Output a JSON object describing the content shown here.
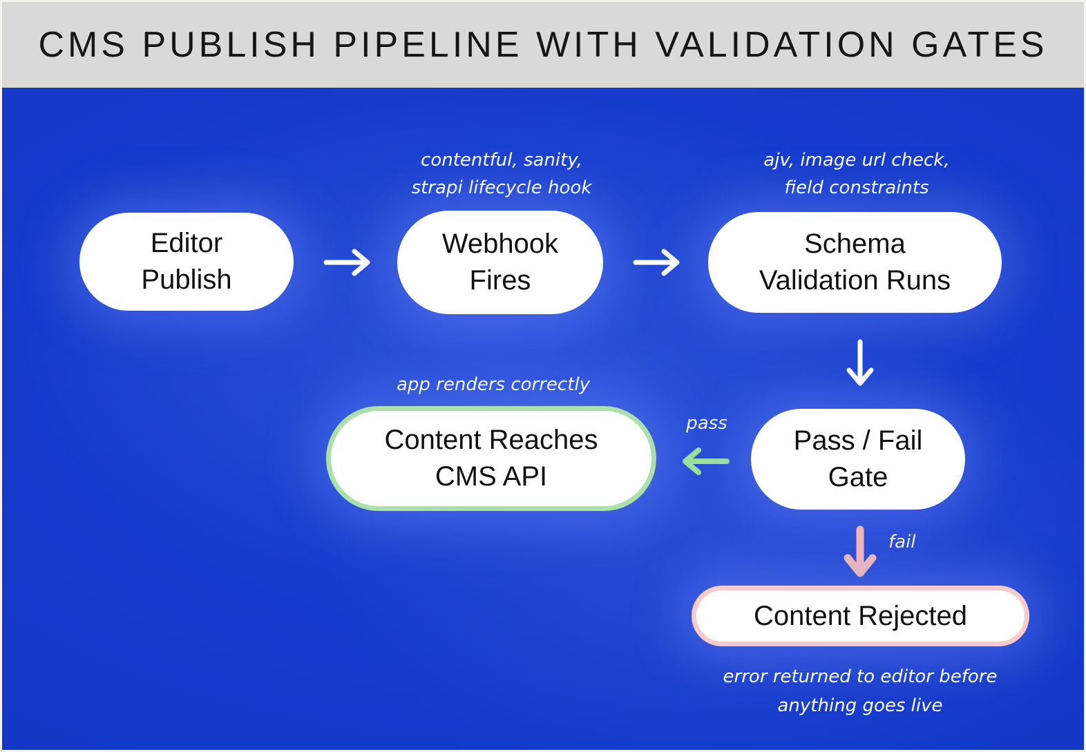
{
  "title": "CMS PUBLISH PIPELINE WITH VALIDATION GATES",
  "nodes": {
    "editor_publish": {
      "lines": [
        "Editor",
        "Publish"
      ]
    },
    "webhook_fires": {
      "lines": [
        "Webhook",
        "Fires"
      ]
    },
    "schema_validation": {
      "lines": [
        "Schema",
        "Validation Runs"
      ]
    },
    "pass_fail_gate": {
      "lines": [
        "Pass / Fail",
        "Gate"
      ]
    },
    "content_reaches": {
      "lines": [
        "Content Reaches",
        "CMS API"
      ]
    },
    "content_rejected": {
      "lines": [
        "Content Rejected"
      ]
    }
  },
  "annotations": {
    "webhook": {
      "lines": [
        "contentful, sanity,",
        "strapi lifecycle hook"
      ]
    },
    "schema": {
      "lines": [
        "ajv, image url check,",
        "field constraints"
      ]
    },
    "content_api": {
      "lines": [
        "app renders correctly"
      ]
    },
    "rejected": {
      "lines": [
        "error returned to editor before",
        "anything goes live"
      ]
    }
  },
  "edge_labels": {
    "pass": "pass",
    "fail": "fail"
  },
  "colors": {
    "background_blue": "#1438c8",
    "titlebar_gray": "#d9d9d9",
    "node_white": "#ffffff",
    "text_black": "#111111",
    "pass_green": "#9de09d",
    "pass_green_border": "#abe0ab",
    "fail_pink": "#f3b7b7",
    "fail_pink_border": "#f8caca",
    "annotation_white": "#ffffff"
  }
}
